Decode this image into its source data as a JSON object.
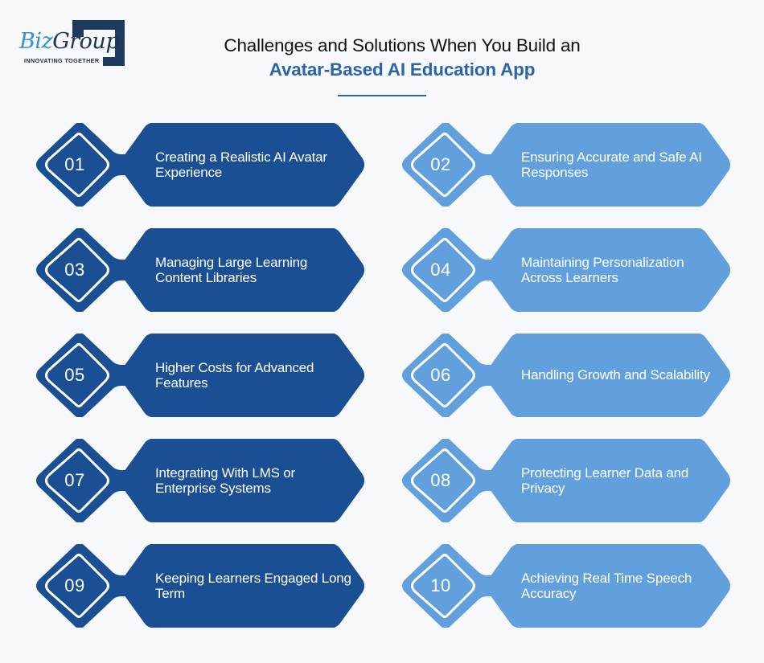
{
  "logo": {
    "brand_part1": "Biz",
    "brand_part2": "Group",
    "tagline": "INNOVATING TOGETHER",
    "colors": {
      "biz": "#3a8fd1",
      "group": "#1f3554",
      "frame": "#1f3a5f"
    }
  },
  "header": {
    "title_line1": "Challenges and Solutions When You Build an",
    "title_line2": "Avatar-Based AI Education App",
    "accent_color": "#2c64a8"
  },
  "colors": {
    "dark_card": "#1b4f93",
    "light_card": "#629fdd",
    "background": "#f6f8fa"
  },
  "items": [
    {
      "number": "01",
      "label": "Creating a Realistic AI Avatar Experience",
      "variant": "dark"
    },
    {
      "number": "02",
      "label": "Ensuring Accurate and Safe AI Responses",
      "variant": "light"
    },
    {
      "number": "03",
      "label": "Managing Large Learning Content Libraries",
      "variant": "dark"
    },
    {
      "number": "04",
      "label": "Maintaining Personalization Across Learners",
      "variant": "light"
    },
    {
      "number": "05",
      "label": "Higher Costs for Advanced Features",
      "variant": "dark"
    },
    {
      "number": "06",
      "label": "Handling Growth and Scalability",
      "variant": "light"
    },
    {
      "number": "07",
      "label": "Integrating With LMS or Enterprise Systems",
      "variant": "dark"
    },
    {
      "number": "08",
      "label": "Protecting Learner Data and Privacy",
      "variant": "light"
    },
    {
      "number": "09",
      "label": "Keeping Learners Engaged Long Term",
      "variant": "dark"
    },
    {
      "number": "10",
      "label": "Achieving Real Time Speech Accuracy",
      "variant": "light"
    }
  ]
}
